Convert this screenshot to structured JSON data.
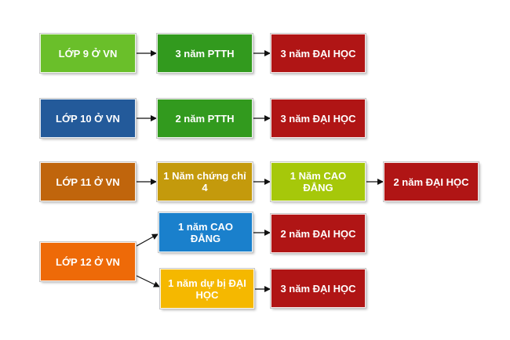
{
  "diagram": {
    "nodes": [
      {
        "id": "b1",
        "label": "LỚP 9 Ở VN",
        "color": "#6abf2a"
      },
      {
        "id": "b2",
        "label": "3 năm PTTH",
        "color": "#329a1e"
      },
      {
        "id": "b3",
        "label": "3 năm ĐẠI HỌC",
        "color": "#b01515"
      },
      {
        "id": "b4",
        "label": "LỚP 10 Ở VN",
        "color": "#235a9a"
      },
      {
        "id": "b5",
        "label": "2 năm PTTH",
        "color": "#329a1e"
      },
      {
        "id": "b6",
        "label": "3 năm ĐẠI HỌC",
        "color": "#b01515"
      },
      {
        "id": "b7",
        "label": "LỚP 11 Ở VN",
        "color": "#c0650c"
      },
      {
        "id": "b8",
        "label": "1 Năm chứng chỉ 4",
        "color": "#c49a0c"
      },
      {
        "id": "b9",
        "label": "1 Năm CAO ĐẲNG",
        "color": "#a6c80a"
      },
      {
        "id": "b10",
        "label": "2 năm ĐẠI HỌC",
        "color": "#b01515"
      },
      {
        "id": "b11",
        "label": "LỚP 12 Ở VN",
        "color": "#ee6a08"
      },
      {
        "id": "b12",
        "label": "1 năm CAO ĐẲNG",
        "color": "#1a80cc"
      },
      {
        "id": "b13",
        "label": "2 năm ĐẠI HỌC",
        "color": "#b01515"
      },
      {
        "id": "b14",
        "label": "1 năm dự bị ĐẠI HỌC",
        "color": "#f5b800"
      },
      {
        "id": "b15",
        "label": "3 năm ĐẠI HỌC",
        "color": "#b01515"
      }
    ],
    "edges": [
      {
        "from": "b1",
        "to": "b2"
      },
      {
        "from": "b2",
        "to": "b3"
      },
      {
        "from": "b4",
        "to": "b5"
      },
      {
        "from": "b5",
        "to": "b6"
      },
      {
        "from": "b7",
        "to": "b8"
      },
      {
        "from": "b8",
        "to": "b9"
      },
      {
        "from": "b9",
        "to": "b10"
      },
      {
        "from": "b11",
        "to": "b12"
      },
      {
        "from": "b11",
        "to": "b14"
      },
      {
        "from": "b12",
        "to": "b13"
      },
      {
        "from": "b14",
        "to": "b15"
      }
    ]
  }
}
